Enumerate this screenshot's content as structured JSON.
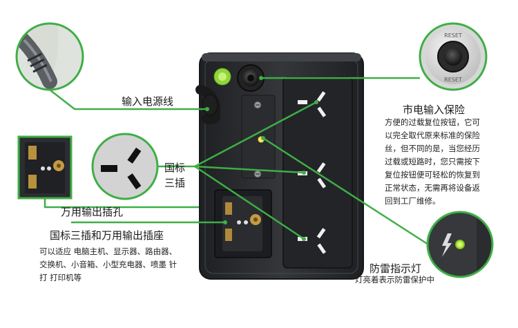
{
  "labels": {
    "input_cable": "输入电源线",
    "mains_fuse": "市电输入保险",
    "gb_socket_line1": "国标",
    "gb_socket_line2": "三插",
    "universal_outlet": "万用输出插孔",
    "combo_outlet": "国标三插和万用输出插座",
    "lightning_indicator": "防雷指示灯",
    "lightning_desc": "灯亮着表示防雷保护中"
  },
  "fuse_description": [
    "方便的过载复位按钮，它可",
    "以完全取代原来标准的保险",
    "丝，但不同的是，当您经历",
    "过载或短路时，您只需按下",
    "复位按钮便可轻松的恢复到",
    "正常状态，无需再将设备返",
    "回到工厂维修。"
  ],
  "usage_description": [
    "可以适应 电脑主机、显示器、路由器、",
    "交换机、小音箱、小型充电器、喷墨 针",
    "打 打印机等"
  ],
  "reset_button_text": [
    "RESET",
    "RESET"
  ],
  "colors": {
    "leader_green": "#3fae46",
    "device_body": "#2d2f33",
    "device_panel": "#3a3c40",
    "indicator_led": "#b6f03a"
  }
}
